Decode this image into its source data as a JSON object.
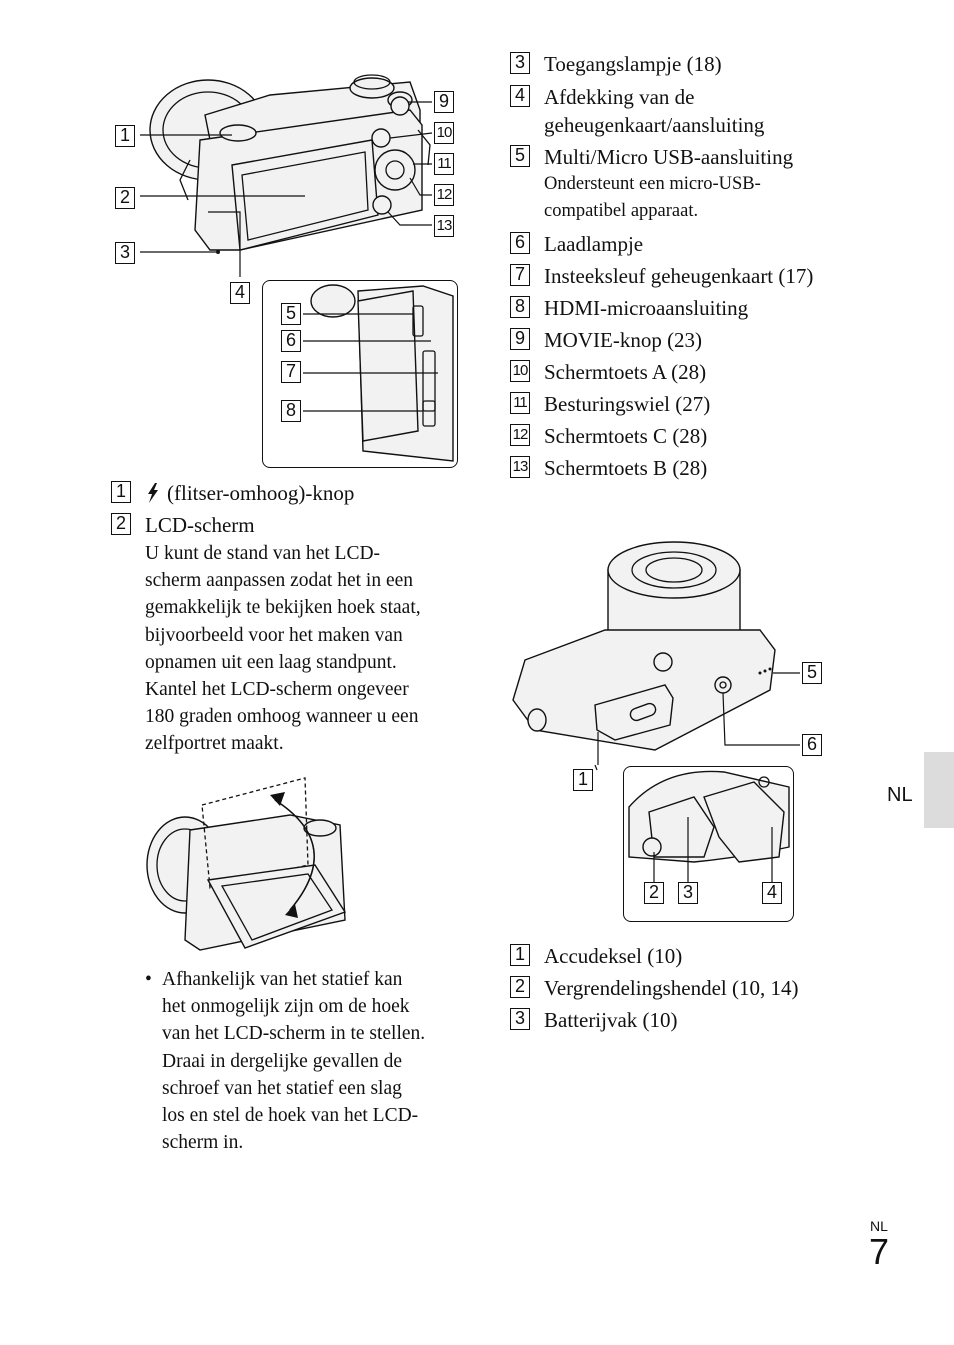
{
  "right_top_list": [
    {
      "num": "3",
      "label": "Toegangslampje (18)"
    },
    {
      "num": "4",
      "label": "Afdekking van de",
      "label2": "geheugenkaart/aansluiting"
    },
    {
      "num": "5",
      "label": "Multi/Micro USB-aansluiting",
      "note": "Ondersteunt een micro-USB-",
      "note2": "compatibel apparaat."
    },
    {
      "num": "6",
      "label": "Laadlampje"
    },
    {
      "num": "7",
      "label": "Insteeksleuf geheugenkaart (17)"
    },
    {
      "num": "8",
      "label": "HDMI-microaansluiting"
    },
    {
      "num": "9",
      "label": "MOVIE-knop (23)"
    },
    {
      "num": "10",
      "label": "Schermtoets A (28)"
    },
    {
      "num": "11",
      "label": "Besturingswiel (27)"
    },
    {
      "num": "12",
      "label": "Schermtoets C (28)"
    },
    {
      "num": "13",
      "label": "Schermtoets B (28)"
    }
  ],
  "left_list": [
    {
      "num": "1",
      "label": "(flitser-omhoog)-knop",
      "icon": "flash-icon"
    },
    {
      "num": "2",
      "label": "LCD-scherm"
    }
  ],
  "lcd_description": [
    "U kunt de stand van het LCD-",
    "scherm aanpassen zodat het in een",
    "gemakkelijk te bekijken hoek staat,",
    "bijvoorbeeld voor het maken van",
    "opnamen uit een laag standpunt.",
    "Kantel het LCD-scherm ongeveer",
    "180 graden omhoog wanneer u een",
    "zelfportret maakt."
  ],
  "bullet": {
    "symbol": "•",
    "lines": [
      "Afhankelijk van het statief kan",
      "het onmogelijk zijn om de hoek",
      "van het LCD-scherm in te stellen.",
      "Draai in dergelijke gevallen de",
      "schroef van het statief een slag",
      "los en stel de hoek van het LCD-",
      "scherm in."
    ]
  },
  "bottom_list": [
    {
      "num": "1",
      "label": "Accudeksel (10)"
    },
    {
      "num": "2",
      "label": "Vergrendelingshendel (10, 14)"
    },
    {
      "num": "3",
      "label": "Batterijvak (10)"
    }
  ],
  "back_callouts": [
    "1",
    "2",
    "3",
    "4",
    "5",
    "6",
    "7",
    "8",
    "9",
    "10",
    "11",
    "12",
    "13"
  ],
  "bottom_callouts": [
    "5",
    "6",
    "1",
    "2",
    "3",
    "4"
  ],
  "side_tab": "NL",
  "page_lang": "NL",
  "page_number": "7",
  "colors": {
    "tab_bg": "#dcdcdc",
    "text": "#111111"
  }
}
